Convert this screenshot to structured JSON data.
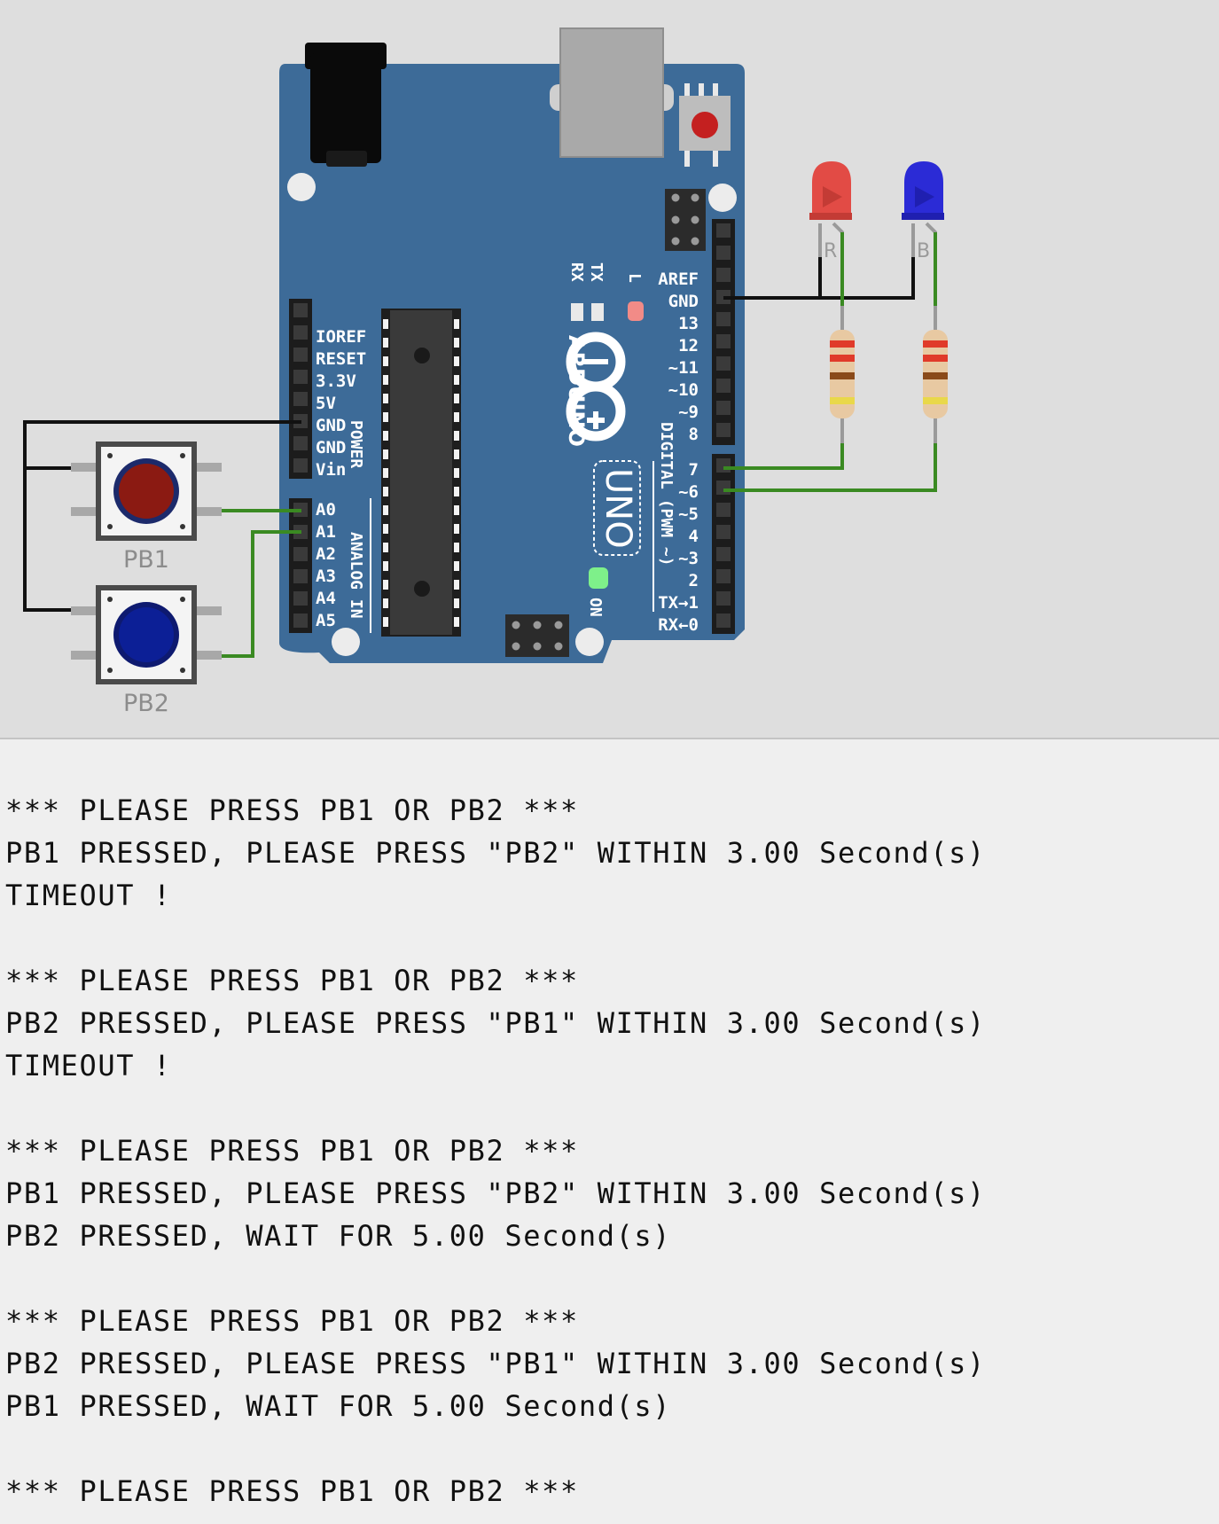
{
  "board": {
    "brand": "ARDUINO",
    "model": "UNO",
    "on_label": "ON",
    "tx_label": "TX",
    "rx_label": "RX",
    "l_label": "L",
    "digital_label": "DIGITAL (PWM ~)",
    "power_label": "POWER",
    "analog_label": "ANALOG IN",
    "power_pins": [
      "IOREF",
      "RESET",
      "3.3V",
      "5V",
      "GND",
      "GND",
      "Vin"
    ],
    "analog_pins": [
      "A0",
      "A1",
      "A2",
      "A3",
      "A4",
      "A5"
    ],
    "digital_pins_top": [
      "AREF",
      "GND",
      "13",
      "12",
      "~11",
      "~10",
      "~9",
      "8"
    ],
    "digital_pins_bottom": [
      "7",
      "~6",
      "~5",
      "4",
      "~3",
      "2",
      "TX→1",
      "RX←0"
    ]
  },
  "components": {
    "pb1_label": "PB1",
    "pb2_label": "PB2",
    "led_red_label": "R",
    "led_blue_label": "B"
  },
  "colors": {
    "board_blue": "#3d6b98",
    "wire_green": "#3a8a22",
    "wire_black": "#111111",
    "led_red": "#e24b45",
    "led_blue": "#2b2bd6",
    "button_red": "#8b1a12",
    "button_blue": "#0c1f96"
  },
  "serial": {
    "lines": [
      "*** PLEASE PRESS PB1 OR PB2 ***",
      "PB1 PRESSED, PLEASE PRESS \"PB2\" WITHIN 3.00 Second(s)",
      "TIMEOUT !",
      "",
      "*** PLEASE PRESS PB1 OR PB2 ***",
      "PB2 PRESSED, PLEASE PRESS \"PB1\" WITHIN 3.00 Second(s)",
      "TIMEOUT !",
      "",
      "*** PLEASE PRESS PB1 OR PB2 ***",
      "PB1 PRESSED, PLEASE PRESS \"PB2\" WITHIN 3.00 Second(s)",
      "PB2 PRESSED, WAIT FOR 5.00 Second(s)",
      "",
      "*** PLEASE PRESS PB1 OR PB2 ***",
      "PB2 PRESSED, PLEASE PRESS \"PB1\" WITHIN 3.00 Second(s)",
      "PB1 PRESSED, WAIT FOR 5.00 Second(s)",
      "",
      "*** PLEASE PRESS PB1 OR PB2 ***"
    ]
  }
}
